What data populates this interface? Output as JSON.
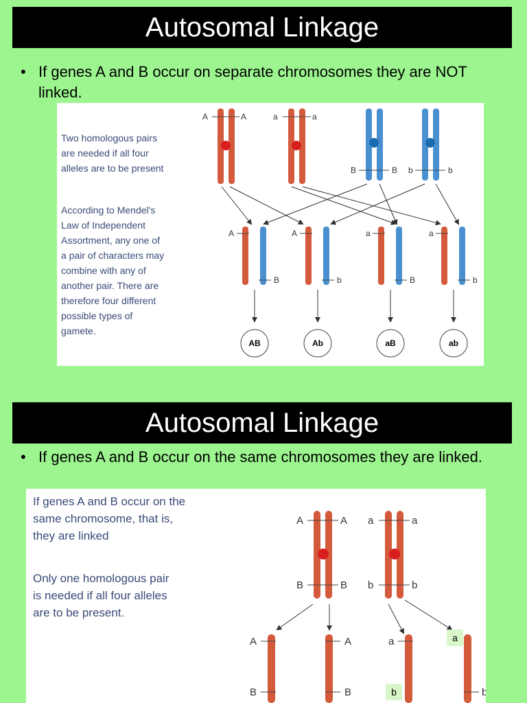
{
  "slide1": {
    "title": "Autosomal Linkage",
    "bullet": "If genes A and B occur on separate chromosomes they are NOT linked.",
    "figure": {
      "note1": "Two homologous pairs\nare needed if all four\nalleles are to be present",
      "note2": "According to Mendel's\nLaw of Independent\nAssortment, any one of\na pair of characters may\ncombine with any of\nanother pair. There are\ntherefore four different\npossible types of\ngamete.",
      "gametes": [
        "AB",
        "Ab",
        "aB",
        "ab"
      ]
    }
  },
  "slide2": {
    "title": "Autosomal Linkage",
    "bullet": "If genes A and B occur on the same chromosomes they are linked.",
    "figure": {
      "note1": "If genes A and B occur on the\nsame chromosome, that is,\nthey are linked",
      "note2": "Only one homologous pair\nis needed if all four alleles\nare to be present."
    },
    "callouts": [
      "a",
      "b"
    ]
  },
  "colors": {
    "background": "#9cf58f",
    "chromosome_red": "#d45a3c",
    "chromosome_blue": "#4a90d0",
    "centromere_red": "#d81e1e",
    "centromere_blue": "#1a6cb0"
  }
}
